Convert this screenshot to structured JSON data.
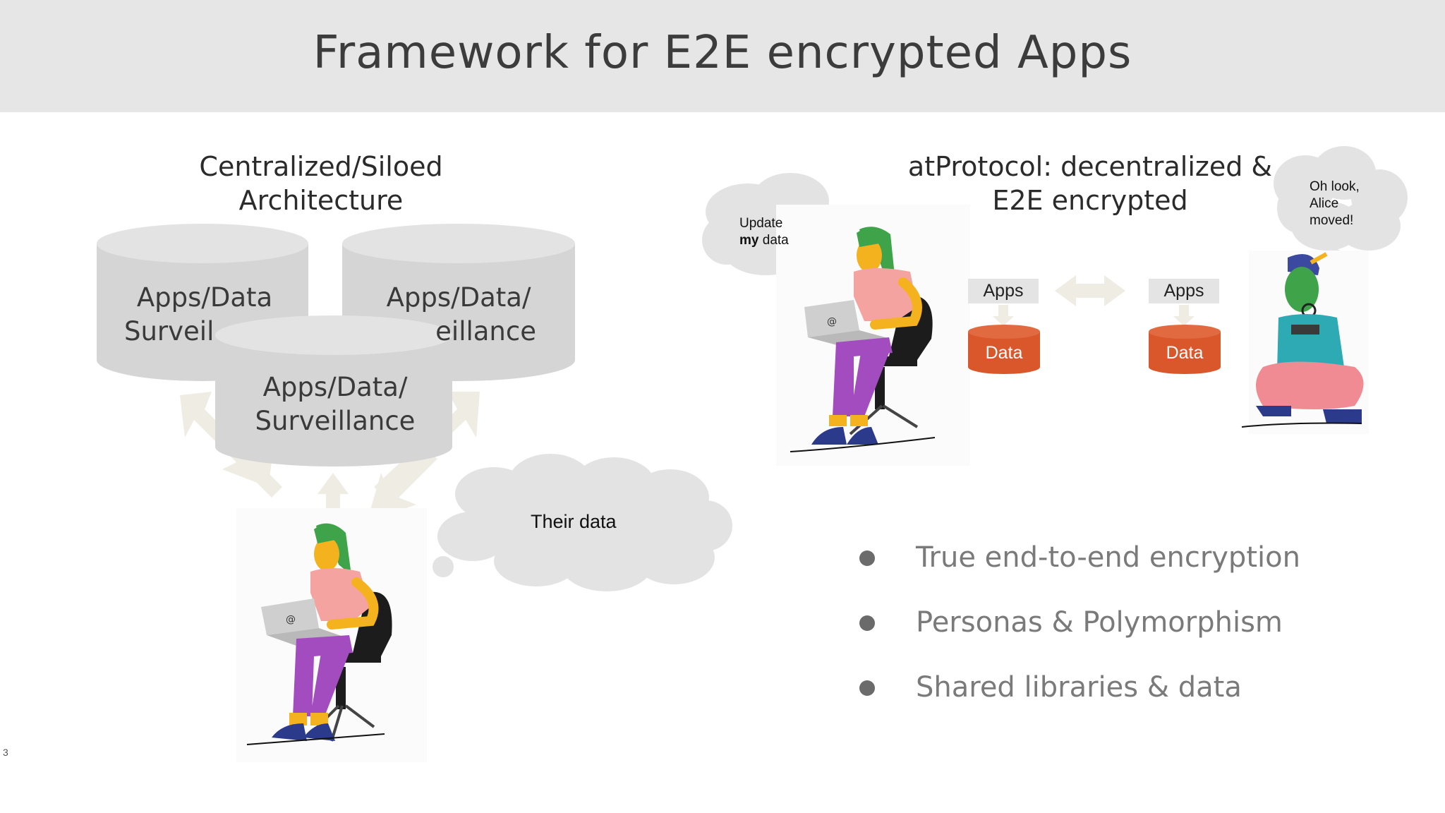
{
  "title": "Framework for E2E encrypted Apps",
  "left": {
    "heading_line1": "Centralized/Siloed",
    "heading_line2": "Architecture",
    "cylinders": [
      {
        "line1": "Apps/Data",
        "line2": "Surveil"
      },
      {
        "line1": "Apps/Data/",
        "line2": "eillance"
      },
      {
        "line1": "Apps/Data/",
        "line2": "Surveillance"
      }
    ],
    "thought": "Their data"
  },
  "right": {
    "heading_line1": "atProtocol: decentralized &",
    "heading_line2": "E2E encrypted",
    "thought_alice_line1": "Update",
    "thought_alice_bold": "my",
    "thought_alice_rest": "data",
    "thought_bob_line1": "Oh look,",
    "thought_bob_line2": "Alice",
    "thought_bob_line3": "moved!",
    "apps_label": "Apps",
    "data_label": "Data",
    "colors": {
      "data": "#d9572b",
      "apps_box": "#e4e4e4",
      "arrow": "#eeece3"
    }
  },
  "bullets": [
    "True end-to-end encryption",
    "Personas & Polymorphism",
    "Shared libraries & data"
  ],
  "slide_number": "3"
}
